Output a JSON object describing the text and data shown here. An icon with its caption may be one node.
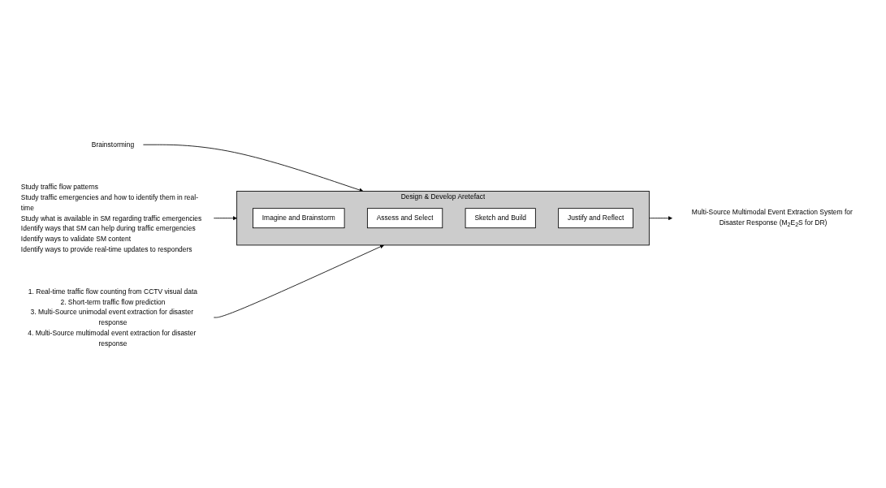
{
  "diagram": {
    "nodes": [
      {
        "text": [
          "Brainstorming"
        ]
      },
      {
        "text": [
          "Design & Develop Aretefact"
        ]
      },
      {
        "text": [
          "Imagine and Brainstorm"
        ],
        "in": 1
      },
      {
        "text": [
          "Assess and Select"
        ],
        "in": 1
      },
      {
        "text": [
          "Sketch and Build"
        ],
        "in": 1
      },
      {
        "text": [
          "Justify and Reflect"
        ],
        "in": 1
      },
      {
        "text": [
          "Study traffic flow patterns",
          "Study traffic emergencies and how to identify them in real-time",
          "Study what is available in SM regarding traffic emergencies",
          "Identify ways that SM can help during traffic emergencies",
          "Identify ways to validate SM content",
          "Identify ways to provide real-time updates to responders"
        ]
      },
      {
        "text": [
          "Multi-Source Multimodal Event Extraction System for Disaster Response (M$_{2}$E$_{2}$S for DR)"
        ]
      },
      {
        "text": [
          "1. Real-time traffic flow counting from CCTV visual data",
          "2. Short-term traffic flow prediction",
          "3. Multi-Source unimodal event extraction for disaster response",
          "4. Multi-Source multimodal event extraction for disaster response"
        ]
      }
    ],
    "edges": [
      {
        "from": 0,
        "to": 1,
        "arrow": "to"
      },
      {
        "from": 6,
        "to": 1,
        "arrow": "to"
      },
      {
        "from": 1,
        "to": 7,
        "arrow": "to"
      },
      {
        "from": 8,
        "to": 1,
        "arrow": "to"
      }
    ]
  }
}
